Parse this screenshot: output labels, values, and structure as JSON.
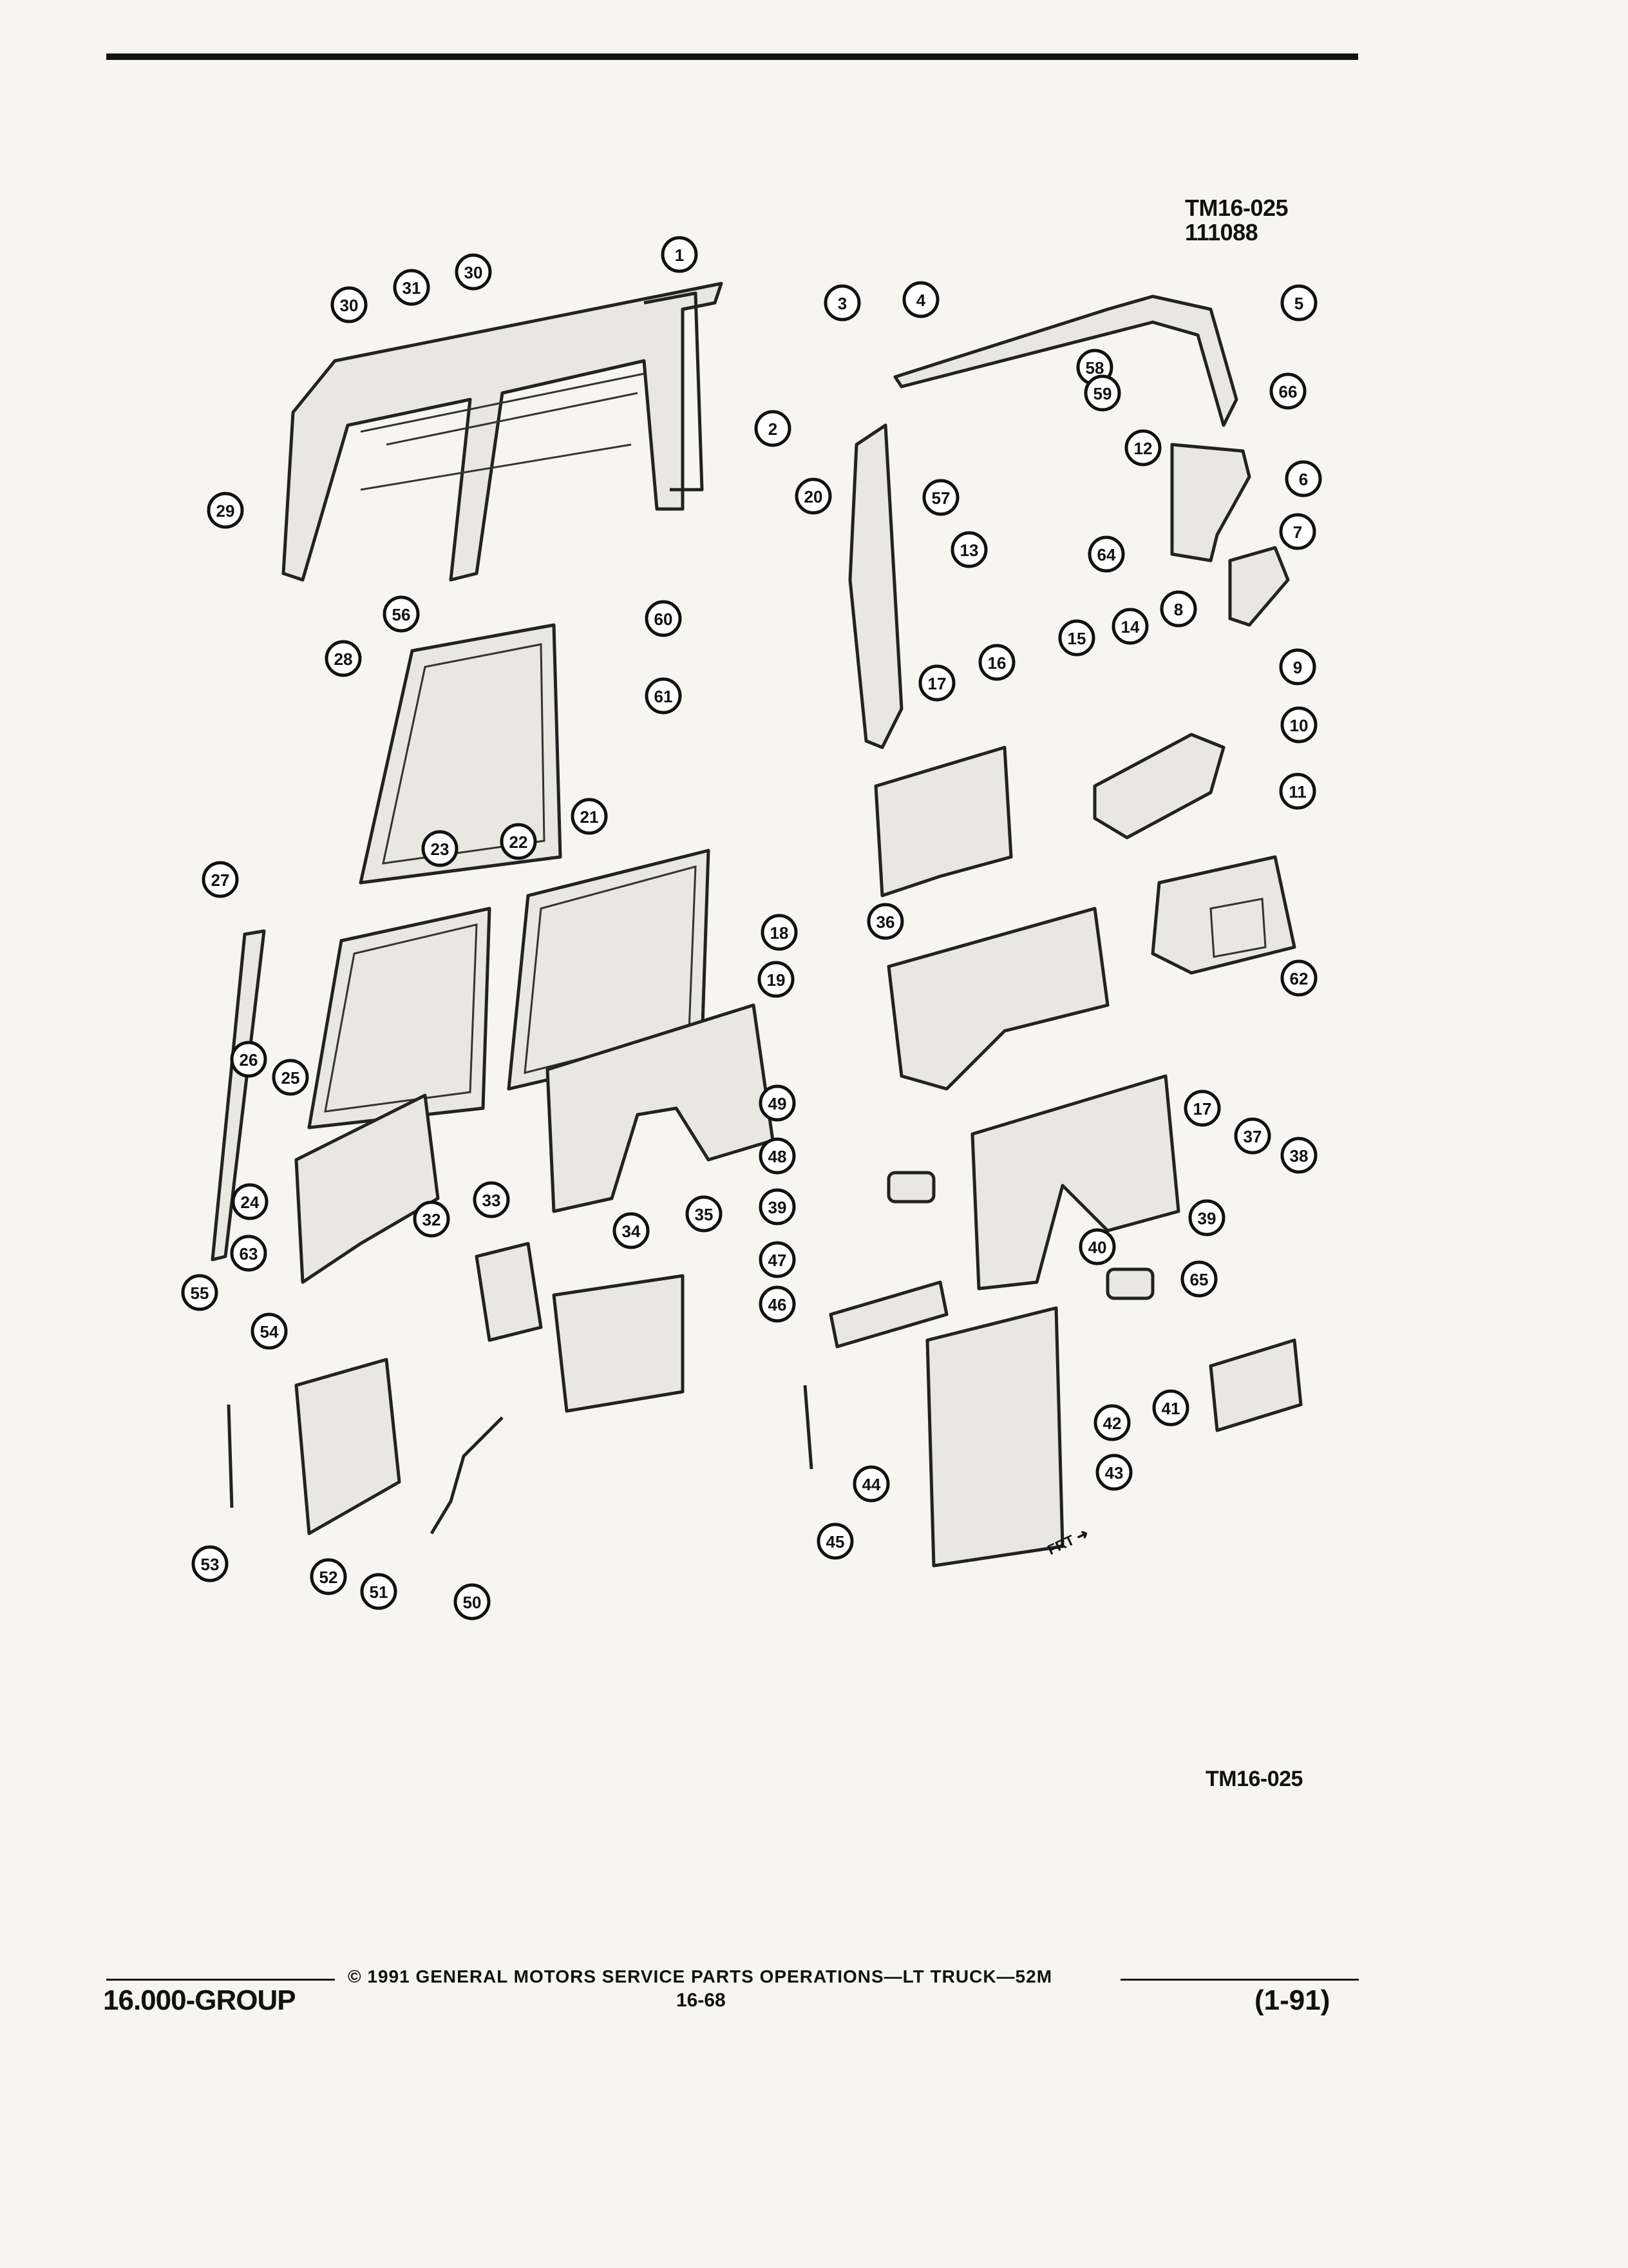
{
  "header": {
    "figure_code": "TM16-025",
    "figure_date": "111088"
  },
  "figure_label": "TM16-025",
  "frt_label": "FRT",
  "footer": {
    "copyright": "© 1991 GENERAL MOTORS SERVICE PARTS OPERATIONS—LT TRUCK—52M",
    "group": "16.000-GROUP",
    "page": "16-68",
    "revision": "(1-91)"
  },
  "callouts": [
    {
      "n": "1"
    },
    {
      "n": "2"
    },
    {
      "n": "3"
    },
    {
      "n": "4"
    },
    {
      "n": "5"
    },
    {
      "n": "6"
    },
    {
      "n": "7"
    },
    {
      "n": "8"
    },
    {
      "n": "9"
    },
    {
      "n": "10"
    },
    {
      "n": "11"
    },
    {
      "n": "12"
    },
    {
      "n": "13"
    },
    {
      "n": "14"
    },
    {
      "n": "15"
    },
    {
      "n": "16"
    },
    {
      "n": "17"
    },
    {
      "n": "17"
    },
    {
      "n": "18"
    },
    {
      "n": "19"
    },
    {
      "n": "20"
    },
    {
      "n": "21"
    },
    {
      "n": "22"
    },
    {
      "n": "23"
    },
    {
      "n": "24"
    },
    {
      "n": "25"
    },
    {
      "n": "26"
    },
    {
      "n": "27"
    },
    {
      "n": "28"
    },
    {
      "n": "29"
    },
    {
      "n": "30"
    },
    {
      "n": "30"
    },
    {
      "n": "31"
    },
    {
      "n": "32"
    },
    {
      "n": "33"
    },
    {
      "n": "34"
    },
    {
      "n": "35"
    },
    {
      "n": "36"
    },
    {
      "n": "37"
    },
    {
      "n": "38"
    },
    {
      "n": "39"
    },
    {
      "n": "39"
    },
    {
      "n": "40"
    },
    {
      "n": "41"
    },
    {
      "n": "42"
    },
    {
      "n": "43"
    },
    {
      "n": "44"
    },
    {
      "n": "45"
    },
    {
      "n": "46"
    },
    {
      "n": "47"
    },
    {
      "n": "48"
    },
    {
      "n": "49"
    },
    {
      "n": "50"
    },
    {
      "n": "51"
    },
    {
      "n": "52"
    },
    {
      "n": "53"
    },
    {
      "n": "54"
    },
    {
      "n": "55"
    },
    {
      "n": "56"
    },
    {
      "n": "57"
    },
    {
      "n": "58"
    },
    {
      "n": "59"
    },
    {
      "n": "60"
    },
    {
      "n": "61"
    },
    {
      "n": "62"
    },
    {
      "n": "63"
    },
    {
      "n": "64"
    },
    {
      "n": "65"
    },
    {
      "n": "66"
    }
  ]
}
